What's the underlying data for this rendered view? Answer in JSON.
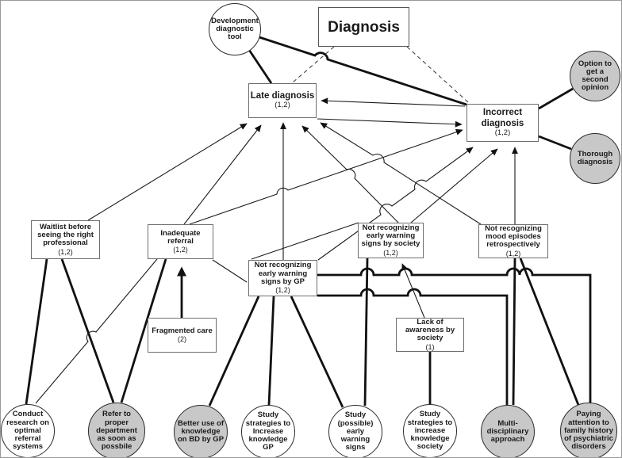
{
  "diagram": {
    "title": "Diagnosis",
    "nodes": {
      "diagnosis": {
        "label": "Diagnosis"
      },
      "dev_tool": {
        "label": "Development diagnostic tool"
      },
      "late": {
        "label": "Late diagnosis",
        "sub": "(1,2)"
      },
      "incorrect": {
        "label": "Incorrect diagnosis",
        "sub": "(1,2)"
      },
      "second_opinion": {
        "label": "Option to get a second opinion"
      },
      "thorough": {
        "label": "Thorough diagnosis"
      },
      "waitlist": {
        "label": "Waitlist before seeing the right professional",
        "sub": "(1,2)"
      },
      "inadequate": {
        "label": "Inadequate referral",
        "sub": "(1,2)"
      },
      "society": {
        "label": "Not recognizing early warning signs by society",
        "sub": "(1,2)"
      },
      "mood": {
        "label": "Not recognizing mood episodes retrospectively",
        "sub": "(1,2)"
      },
      "gp": {
        "label": "Not recognizing early warning signs by GP",
        "sub": "(1,2)"
      },
      "fragmented": {
        "label": "Fragmented care",
        "sub": "(2)"
      },
      "lack": {
        "label": "Lack of awareness by society",
        "sub": "(1)"
      },
      "conduct": {
        "label": "Conduct research on optimal referral systems"
      },
      "refer": {
        "label": "Refer to proper department as soon as possbile"
      },
      "better": {
        "label": "Better use of knowledge on BD by GP"
      },
      "study_gp": {
        "label": "Study strategies to Increase knowledge GP"
      },
      "study_early": {
        "label": "Study (possible) early warning signs"
      },
      "study_society": {
        "label": "Study strategies to increase knowledge society"
      },
      "multi": {
        "label": "Multi-disciplinary approach"
      },
      "paying": {
        "label": "Paying attention to family history of psychiatric disorders"
      }
    },
    "edges": [
      {
        "from": "dev_tool",
        "to": "late",
        "style": "thick"
      },
      {
        "from": "dev_tool",
        "to": "incorrect",
        "style": "thick"
      },
      {
        "from": "second_opinion",
        "to": "incorrect",
        "style": "thick"
      },
      {
        "from": "thorough",
        "to": "incorrect",
        "style": "thick"
      },
      {
        "from": "diagnosis",
        "to": "late",
        "style": "dashed"
      },
      {
        "from": "diagnosis",
        "to": "incorrect",
        "style": "dashed"
      },
      {
        "from": "waitlist",
        "to": "late",
        "style": "arrow"
      },
      {
        "from": "inadequate",
        "to": "late",
        "style": "arrow"
      },
      {
        "from": "gp",
        "to": "late",
        "style": "arrow"
      },
      {
        "from": "society",
        "to": "late",
        "style": "arrow"
      },
      {
        "from": "mood",
        "to": "late",
        "style": "arrow"
      },
      {
        "from": "incorrect",
        "to": "late",
        "style": "arrow"
      },
      {
        "from": "late",
        "to": "incorrect",
        "style": "arrow"
      },
      {
        "from": "inadequate",
        "to": "incorrect",
        "style": "arrow"
      },
      {
        "from": "gp",
        "to": "incorrect",
        "style": "arrow"
      },
      {
        "from": "society",
        "to": "incorrect",
        "style": "arrow"
      },
      {
        "from": "mood",
        "to": "incorrect",
        "style": "arrow"
      },
      {
        "from": "fragmented",
        "to": "inadequate",
        "style": "thick-arrow"
      },
      {
        "from": "lack",
        "to": "society",
        "style": "arrow"
      },
      {
        "from": "conduct",
        "to": "waitlist",
        "style": "thick"
      },
      {
        "from": "conduct",
        "to": "inadequate",
        "style": "line"
      },
      {
        "from": "refer",
        "to": "waitlist",
        "style": "thick"
      },
      {
        "from": "refer",
        "to": "inadequate",
        "style": "thick"
      },
      {
        "from": "better",
        "to": "gp",
        "style": "thick"
      },
      {
        "from": "study_gp",
        "to": "gp",
        "style": "thick"
      },
      {
        "from": "study_early",
        "to": "gp",
        "style": "thick"
      },
      {
        "from": "study_early",
        "to": "society",
        "style": "thick"
      },
      {
        "from": "study_society",
        "to": "lack",
        "style": "thick"
      },
      {
        "from": "multi",
        "to": "gp",
        "style": "thick"
      },
      {
        "from": "multi",
        "to": "mood",
        "style": "thick"
      },
      {
        "from": "paying",
        "to": "gp",
        "style": "thick"
      },
      {
        "from": "paying",
        "to": "mood",
        "style": "thick"
      },
      {
        "from": "inadequate",
        "to": "gp",
        "style": "line"
      },
      {
        "from": "gp",
        "to": "society",
        "style": "line"
      }
    ],
    "colors": {
      "highlight_fill": "#c8c8c8",
      "line": "#1a1a1a",
      "background": "#ffffff"
    }
  }
}
